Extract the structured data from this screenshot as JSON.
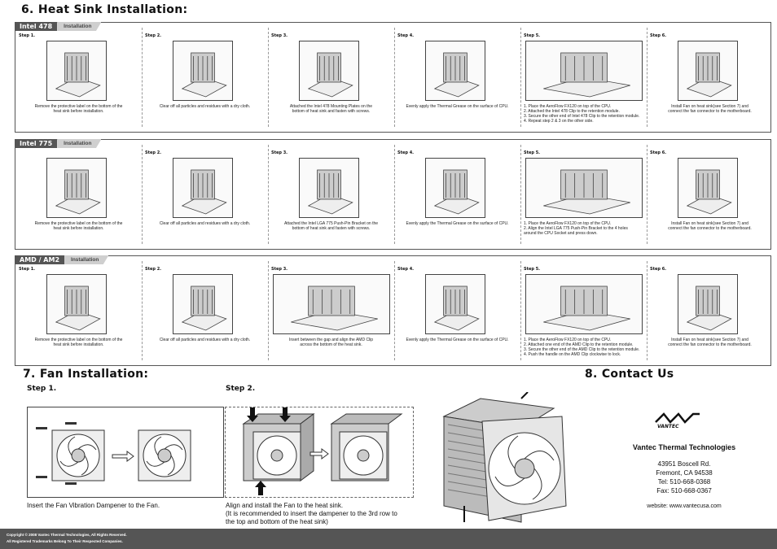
{
  "section6": {
    "title": "6. Heat Sink Installation:",
    "panels": [
      {
        "name": "Intel 478",
        "tag": "Installation",
        "steps": [
          {
            "label": "Step 1.",
            "caption": "Remove the protective label on the bottom of the\nheat sink before installation."
          },
          {
            "label": "Step 2.",
            "caption": "Clear off all particles and residues with a dry cloth."
          },
          {
            "label": "Step 3.",
            "caption": "Attached the Intel 478 Mounting Plates on the\nbottom of heat sink and fasten with screws."
          },
          {
            "label": "Step 4.",
            "caption": "Evenly apply the Thermal Grease on the surface of CPU."
          },
          {
            "label": "Step 5.",
            "caption": "1. Place the AeroFlow FX120 on top of the CPU.\n2. Attached the Intel 478 Clip to the retention module.\n3. Secure the other end of Intel 478 Clip to the retention module.\n4. Repeat step 2 & 3 on the other side."
          },
          {
            "label": "Step 6.",
            "caption": "Install Fan on heat sink(see Section 7) and\nconnect the fan connector to the motherboard."
          }
        ]
      },
      {
        "name": "Intel 775",
        "tag": "Installation",
        "steps": [
          {
            "label": "",
            "caption": "Remove the protective label on the bottom of the\nheat sink before installation."
          },
          {
            "label": "Step 2.",
            "caption": "Clear off all particles and residues with a dry cloth."
          },
          {
            "label": "Step 3.",
            "caption": "Attached the Intel LGA 775 Push-Pin Bracket on the\nbottom of heat sink and fasten with screws."
          },
          {
            "label": "Step 4.",
            "caption": "Evenly apply the Thermal Grease on the surface of CPU."
          },
          {
            "label": "Step 5.",
            "caption": "1. Place the AeroFlow FX120 on top of the CPU.\n2. Align the Intel LGA 775 Push-Pin Bracket to the 4 holes\n   around the CPU Socket and press down."
          },
          {
            "label": "Step 6.",
            "caption": "Install Fan on heat sink(see Section 7) and\nconnect the fan connector to the motherboard."
          }
        ]
      },
      {
        "name": "AMD / AM2",
        "tag": "Installation",
        "steps": [
          {
            "label": "Step 1.",
            "caption": "Remove the protective label on the bottom of the\nheat sink before installation."
          },
          {
            "label": "Step 2.",
            "caption": "Clear off all particles and residues with a dry cloth."
          },
          {
            "label": "Step 3.",
            "caption": "Insert between the gap and align the AMD Clip\nacross the bottom of the heat sink."
          },
          {
            "label": "Step 4.",
            "caption": "Evenly apply the Thermal Grease on the surface of CPU."
          },
          {
            "label": "Step 5.",
            "caption": "1. Place the AeroFlow FX120 on top of the CPU.\n2. Attached one end of the AMD Clip to the retention module.\n3. Secure the other end of the AMD Clip to the retention module.\n4. Push the handle on the AMD Clip clockwise to lock."
          },
          {
            "label": "Step 6.",
            "caption": "Install Fan on heat sink(see Section 7) and\nconnect the fan connector to the motherboard."
          }
        ]
      }
    ]
  },
  "section7": {
    "title": "7. Fan Installation:",
    "step1_label": "Step 1.",
    "step1_caption": "Insert the Fan Vibration Dampener to the Fan.",
    "step2_label": "Step 2.",
    "step2_caption": "Align and install the Fan to the heat sink.\n(It is recommended to insert the dampener to the 3rd row to\n the top and bottom of the heat sink)"
  },
  "section8": {
    "title": "8. Contact Us",
    "company": "Vantec Thermal Technologies",
    "address1": "43951 Boscell Rd.",
    "address2": "Fremont, CA 94538",
    "tel": "Tel: 510-668-0368",
    "fax": "Fax: 510-668-0367",
    "website": "website: www.vantecusa.com"
  },
  "footer": {
    "line1": "Copyright © 2008 Vantec Thermal Technologies, All Rights Reserved.",
    "line2": "All Registered Trademarks Belong To Their Respected Companies."
  }
}
